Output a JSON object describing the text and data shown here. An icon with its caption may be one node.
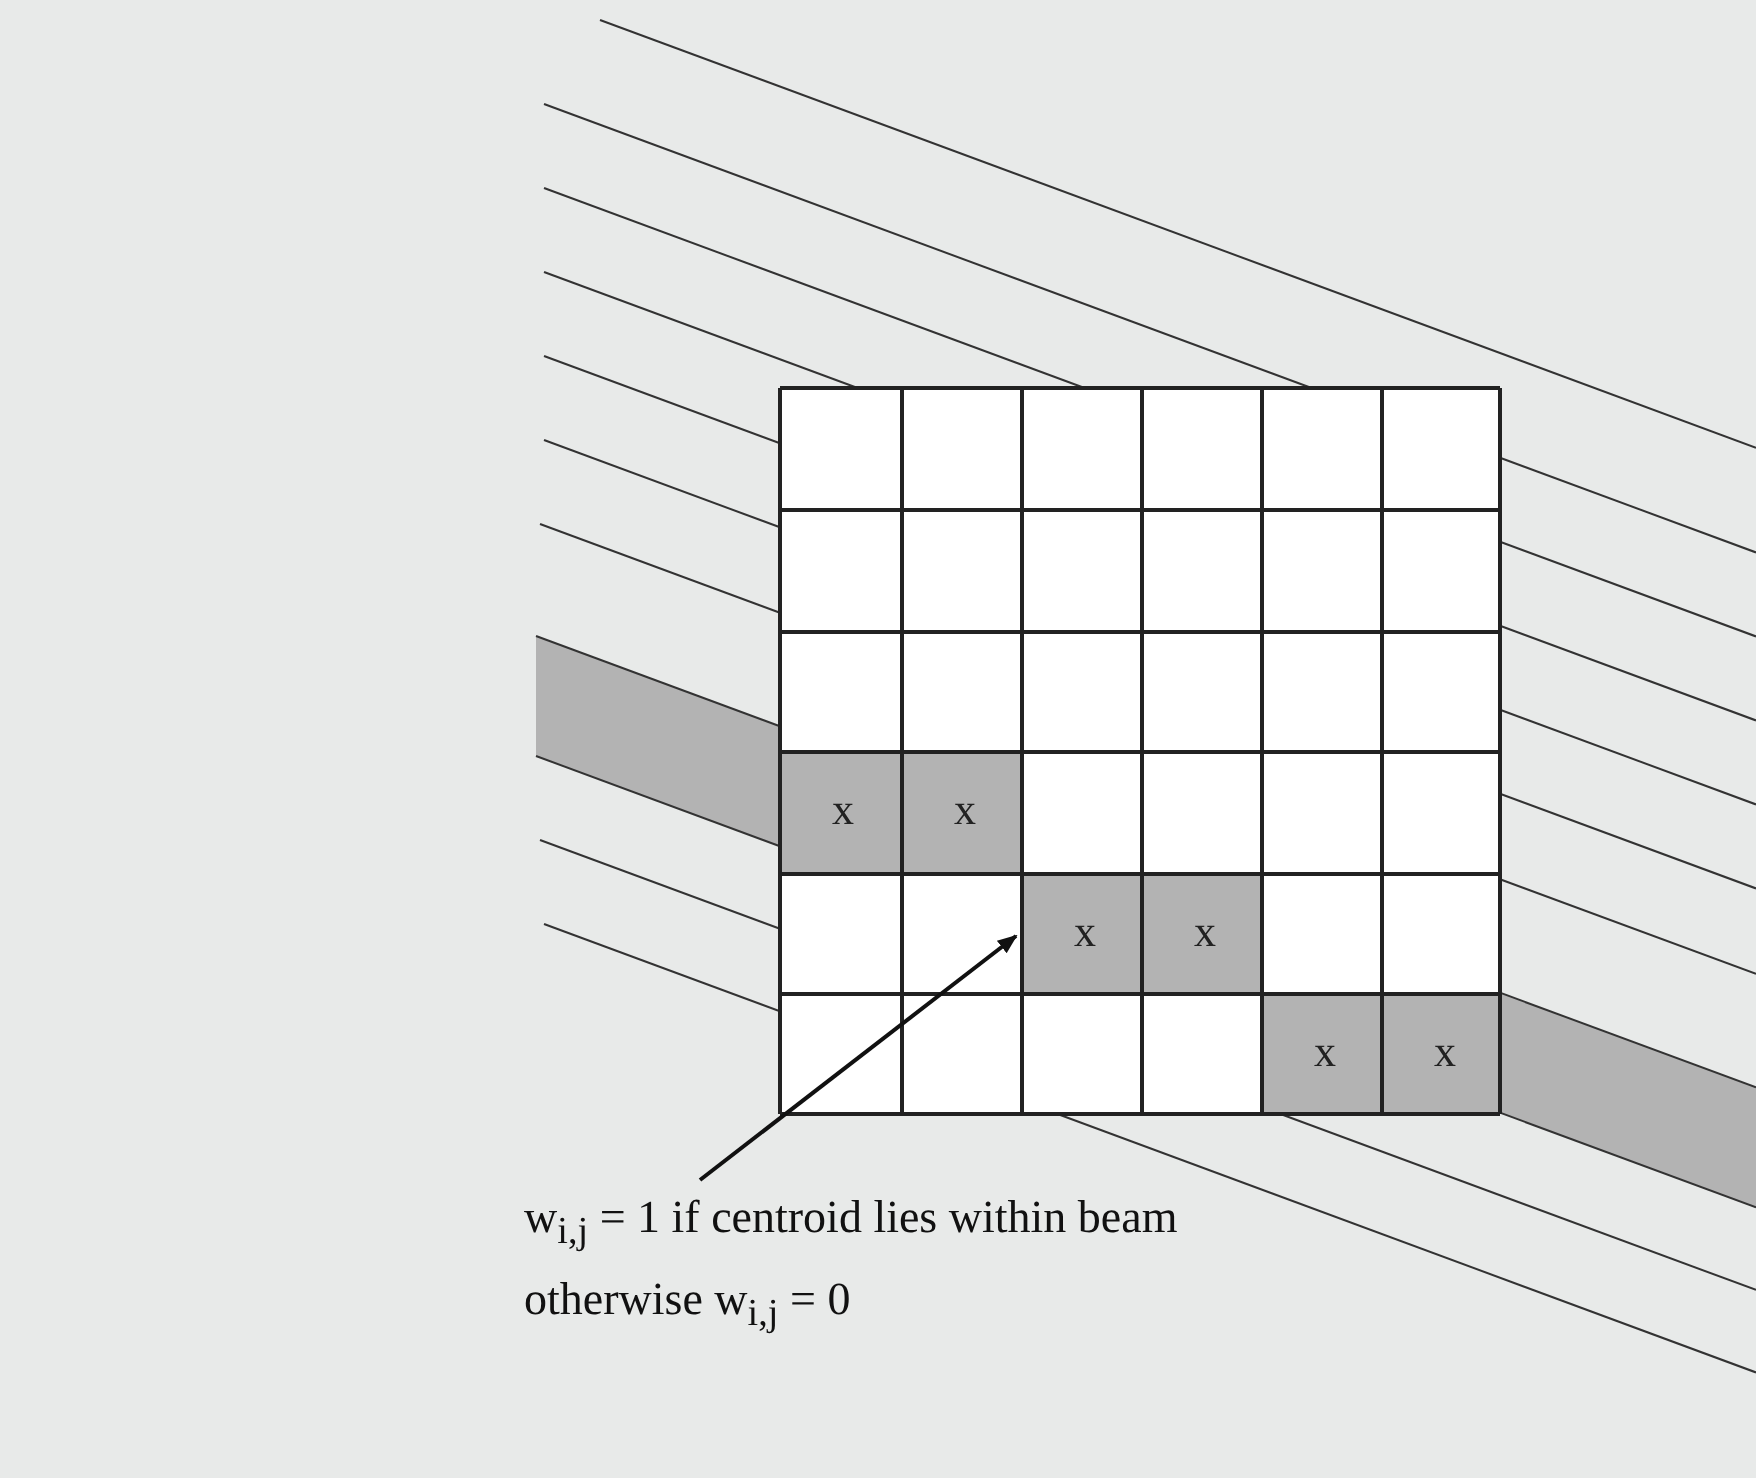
{
  "diagram": {
    "nodes": [
      {
        "text": [
          "w$_{i,j}$ = 1 if centroid lies within beam otherwise w$_{i,j}$ = 0"
        ]
      },
      {
        "text": [],
        "shape": "bar"
      }
    ],
    "edges": [
      {
        "from": 0,
        "to": 1,
        "arrow": "to"
      }
    ],
    "labels": [
      "x",
      "x",
      "x",
      "x",
      "x",
      "x"
    ]
  }
}
